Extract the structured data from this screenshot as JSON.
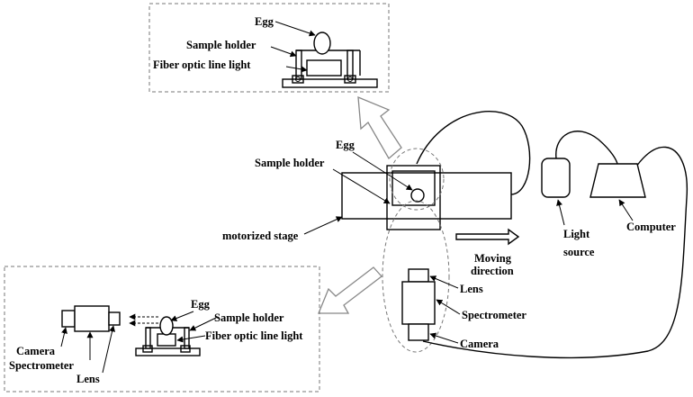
{
  "labels": {
    "top_egg": "Egg",
    "top_sample_holder": "Sample holder",
    "top_fiber_light": "Fiber optic line light",
    "center_egg": "Egg",
    "center_sample_holder": "Sample holder",
    "motorized_stage": "motorized stage",
    "moving_direction_line1": "Moving",
    "moving_direction_line2": "direction",
    "light_source_line1": "Light",
    "light_source_line2": "source",
    "computer": "Computer",
    "lens": "Lens",
    "spectrometer": "Spectrometer",
    "camera": "Camera",
    "inset_egg": "Egg",
    "inset_sample_holder": "Sample holder",
    "inset_fiber_light": "Fiber optic line light",
    "inset_camera": "Camera",
    "inset_spectrometer": "Spectrometer",
    "inset_lens": "Lens"
  }
}
